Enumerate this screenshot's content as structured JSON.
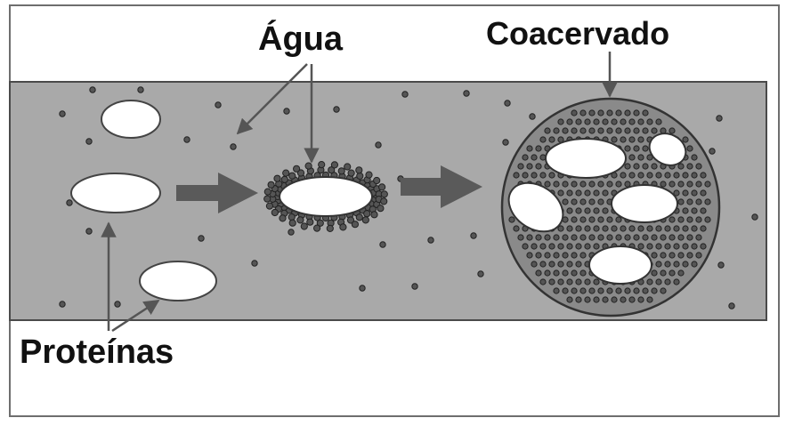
{
  "diagram": {
    "labels": {
      "agua": "Água",
      "coacervado": "Coacervado",
      "proteinas": "Proteínas"
    },
    "colors": {
      "background": "#ffffff",
      "frame": "#6e6e6e",
      "medium": "#a9a9a9",
      "droplet_fill": "#ffffff",
      "particle": "#444444",
      "coacervate_fill": "#8a8a8a",
      "process_arrow": "#5a5a5a",
      "pointer": "#555555"
    }
  }
}
